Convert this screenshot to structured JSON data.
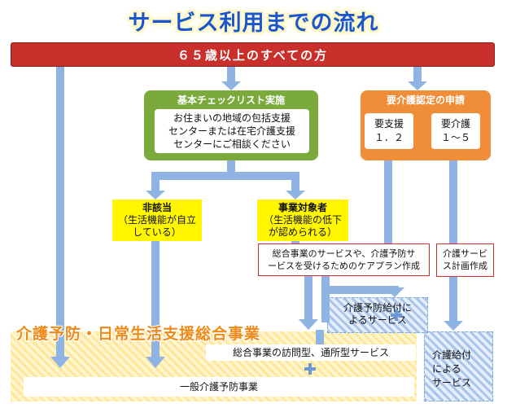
{
  "title": "サービス利用までの流れ",
  "banner": "６５歳以上のすべての方",
  "checklist": {
    "title": "基本チェックリスト実施",
    "lines": [
      "お住まいの地域の包括支援",
      "センターまたは在宅介護支援",
      "センターにご相談ください"
    ]
  },
  "application": {
    "title": "要介護認定の申請",
    "support_line1": "要支援",
    "support_line2": "１．２",
    "care_line1": "要介護",
    "care_line2": "１～５"
  },
  "not_applicable": {
    "line1": "非該当",
    "line2": "（生活機能が自立",
    "line3": "している）"
  },
  "target": {
    "line1": "事業対象者",
    "line2": "（生活機能の低下",
    "line3": "が認められる）"
  },
  "careplan": {
    "line1": "総合事業のサービスや、介護予防サ",
    "line2": "ービスを受けるためのケアプラン作成"
  },
  "service_plan": {
    "line1": "介護サービ",
    "line2": "ス計画作成"
  },
  "prevention_benefit": {
    "line1": "介護予防給付に",
    "line2": "よるサービス"
  },
  "care_benefit": {
    "line1": "介護給付",
    "line2": "による",
    "line3": "サービス"
  },
  "section_label": "介護予防・日常生活支援総合事業",
  "visit_service": "総合事業の訪問型、通所型サービス",
  "general_prevention": "一般介護予防事業",
  "colors": {
    "title_blue": "#1b57c8",
    "banner_red": "#c92f2b",
    "green": "#79aa3b",
    "orange": "#ef8d38",
    "yellow": "#fff600",
    "arrow_blue": "#8fb3e3",
    "section_orange": "#ee8a1a"
  }
}
